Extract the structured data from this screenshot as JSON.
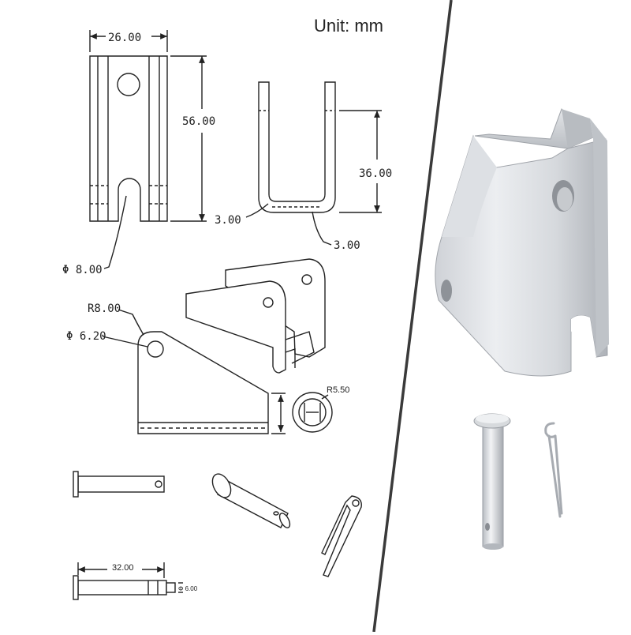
{
  "header": {
    "unit_label": "Unit: mm"
  },
  "drawing": {
    "front_view": {
      "width_dim": "26.00",
      "height_dim": "56.00",
      "slot_dia": "Φ 8.00"
    },
    "side_view": {
      "height_dim": "36.00",
      "thickness_inner": "3.00",
      "thickness_outer": "3.00"
    },
    "profile_view": {
      "radius_label": "R8.00",
      "hole_dia": "Φ 6.20"
    },
    "end_view": {
      "radius_label": "R5.50"
    },
    "pin_view": {
      "length_dim": "32.00",
      "pin_dia": "Φ 6.00"
    }
  },
  "colors": {
    "line": "#222222",
    "metal_light": "#e9ebee",
    "metal_mid": "#c9ccd1",
    "metal_dark": "#9ea2a8",
    "divider": "#3a3a3a"
  }
}
